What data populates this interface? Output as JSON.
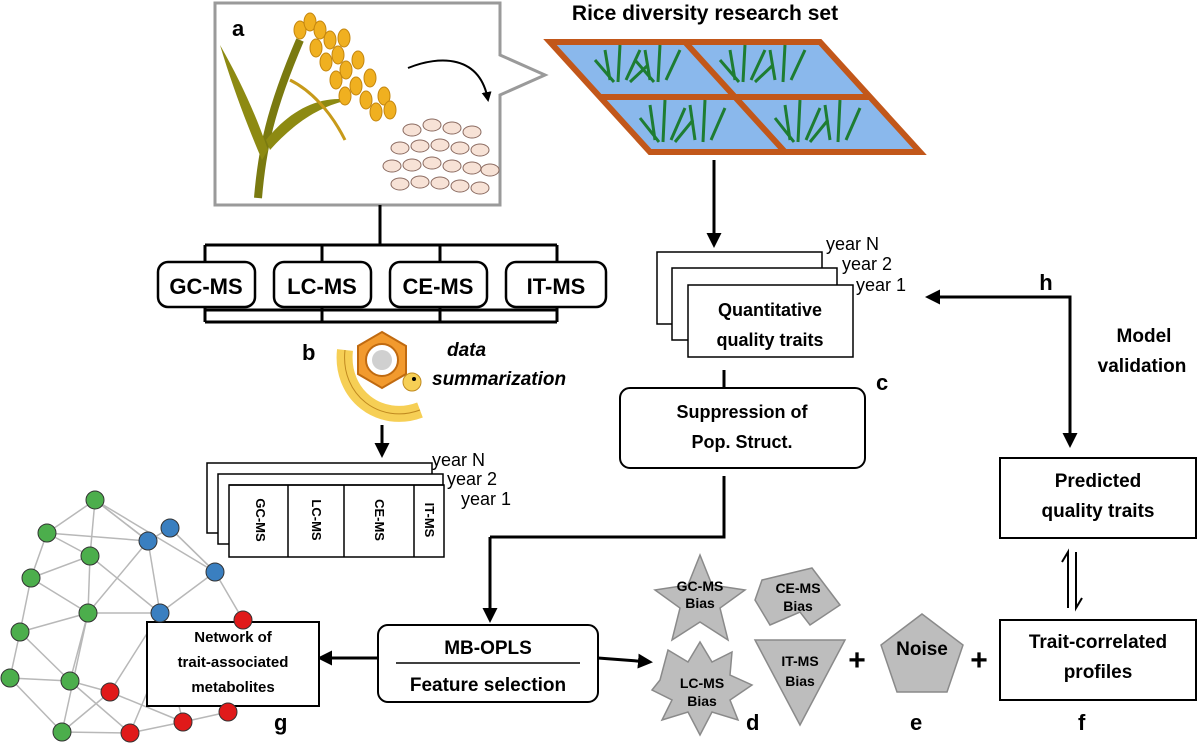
{
  "panels": {
    "a": "a",
    "b": "b",
    "c": "c",
    "d": "d",
    "e": "e",
    "f": "f",
    "g": "g",
    "h": "h"
  },
  "title": "Rice diversity research set",
  "platforms": [
    "GC-MS",
    "LC-MS",
    "CE-MS",
    "IT-MS"
  ],
  "summarization": {
    "line1": "data",
    "line2": "summarization"
  },
  "years": {
    "n": "year N",
    "two": "year 2",
    "one": "year 1"
  },
  "quant_traits": {
    "line1": "Quantitative",
    "line2": "quality traits"
  },
  "suppression": {
    "line1": "Suppression of",
    "line2": "Pop. Struct."
  },
  "model_validation": {
    "line1": "Model",
    "line2": "validation"
  },
  "predicted": {
    "line1": "Predicted",
    "line2": "quality traits"
  },
  "mbopls": {
    "line1": "MB-OPLS",
    "line2": "Feature selection"
  },
  "network": {
    "line1": "Network of",
    "line2": "trait-associated",
    "line3": "metabolites"
  },
  "bias": {
    "gc": {
      "line1": "GC-MS",
      "line2": "Bias"
    },
    "ce": {
      "line1": "CE-MS",
      "line2": "Bias"
    },
    "lc": {
      "line1": "LC-MS",
      "line2": "Bias"
    },
    "it": {
      "line1": "IT-MS",
      "line2": "Bias"
    }
  },
  "plus": "+",
  "noise": "Noise",
  "trait_profiles": {
    "line1": "Trait-correlated",
    "line2": "profiles"
  },
  "colors": {
    "stem": "#7a7a10",
    "grain": "#f0b020",
    "seed": "#f7e2d6",
    "field_water": "#8ab8ec",
    "field_border": "#c2571a",
    "plant": "#1e7d32",
    "node_green": "#4cae4c",
    "node_blue": "#3a7fc0",
    "node_red": "#e01a1a",
    "shape_gray": "#bdbdbd",
    "icon_orange": "#f29a2e",
    "icon_yellow": "#f6cf55"
  }
}
